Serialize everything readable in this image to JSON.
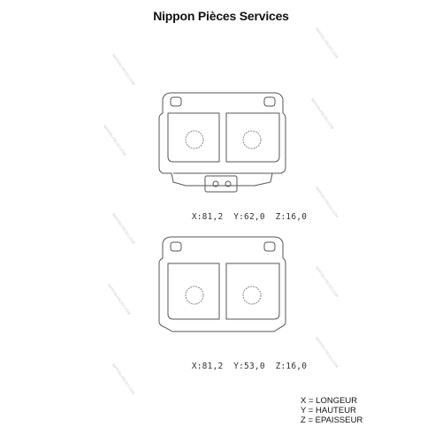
{
  "header": {
    "title": "Nippon Pièces Services"
  },
  "pads": [
    {
      "dimensions": {
        "x_label": "X:81,2",
        "y_label": "Y:62,0",
        "z_label": "Z:16,0"
      }
    },
    {
      "dimensions": {
        "x_label": "X:81,2",
        "y_label": "Y:53,0",
        "z_label": "Z:16,0"
      }
    }
  ],
  "legend": {
    "x": "X = LONGEUR",
    "y": "Y = HAUTEUR",
    "z": "Z = EPAISSEUR"
  },
  "watermark": "NIPPON-PIECES.COM",
  "colors": {
    "line": "#555555",
    "text": "#111111"
  }
}
